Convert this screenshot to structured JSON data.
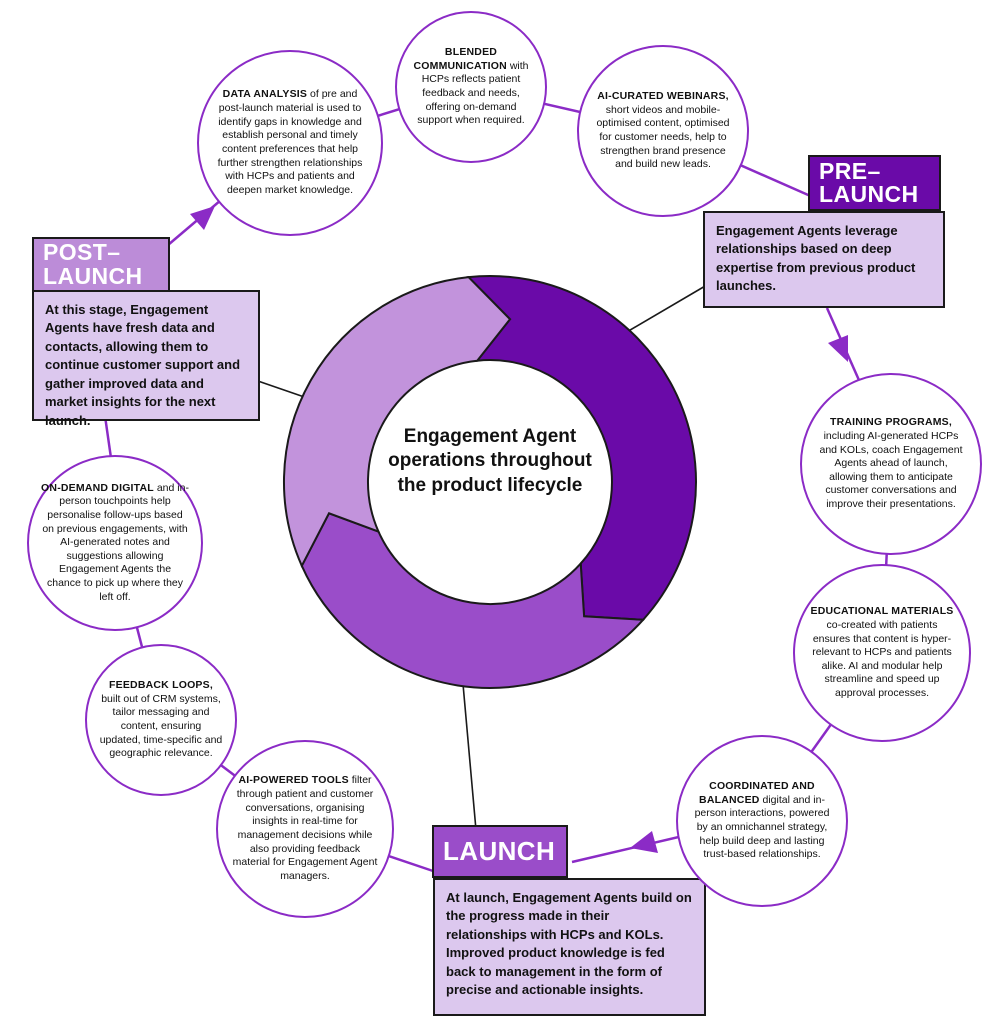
{
  "title": "Engagement Agent operations throughout the product lifecycle",
  "colors": {
    "dark": "#6A0AA8",
    "mid": "#9A4DC9",
    "light": "#C293DC",
    "postHeader": "#BC8CD8",
    "panel": "#DCC8EE",
    "line": "#8B2BC6",
    "ink": "#1a1a1a"
  },
  "stages": {
    "pre": {
      "label": "PRE–\nLAUNCH",
      "body": "Engagement Agents leverage relationships based on deep expertise from previous product launches."
    },
    "launch": {
      "label": "LAUNCH",
      "body": "At launch, Engagement Agents build on the progress made in their relationships with HCPs and KOLs. Improved product knowledge is fed back to management in the form of precise and actionable insights."
    },
    "post": {
      "label": "POST–\nLAUNCH",
      "body": "At this stage, Engagement Agents have fresh data and contacts, allowing them to continue customer support and gather improved data and market insights for the next launch."
    }
  },
  "bubbles": [
    {
      "bold": "DATA ANALYSIS",
      "rest": "of pre and post-launch material is used to identify gaps in knowledge and establish personal and timely content preferences that help further strengthen relationships with HCPs and patients and deepen market knowledge."
    },
    {
      "bold": "BLENDED COMMUNICATION",
      "rest": "with HCPs reflects patient feedback and needs, offering on-demand support when required."
    },
    {
      "bold": "AI-CURATED WEBINARS,",
      "rest": "short videos and mobile-optimised content, optimised for customer needs, help to strengthen brand presence and build new leads."
    },
    {
      "bold": "TRAINING PROGRAMS,",
      "rest": "including AI-generated HCPs and KOLs, coach Engagement Agents ahead of launch, allowing them to anticipate customer conversations and improve their presentations."
    },
    {
      "bold": "EDUCATIONAL MATERIALS",
      "rest": "co-created with patients ensures that content is hyper-relevant to HCPs and patients alike. AI and modular help streamline and speed up approval processes."
    },
    {
      "bold": "COORDINATED AND BALANCED",
      "rest": "digital and in-person interactions, powered by an omnichannel strategy, help build deep and lasting trust-based relationships."
    },
    {
      "bold": "AI-POWERED TOOLS",
      "rest": "filter through patient and customer conversations, organising insights in real-time for management decisions while also providing feedback material for Engagement Agent managers."
    },
    {
      "bold": "FEEDBACK LOOPS,",
      "rest": "built out of CRM systems, tailor messaging and content, ensuring updated, time-specific and geographic relevance."
    },
    {
      "bold": "ON-DEMAND DIGITAL",
      "rest": "and in-person touchpoints help personalise follow-ups based on previous engagements, with AI-generated notes and suggestions allowing Engagement Agents the chance to pick up where they left off."
    }
  ]
}
